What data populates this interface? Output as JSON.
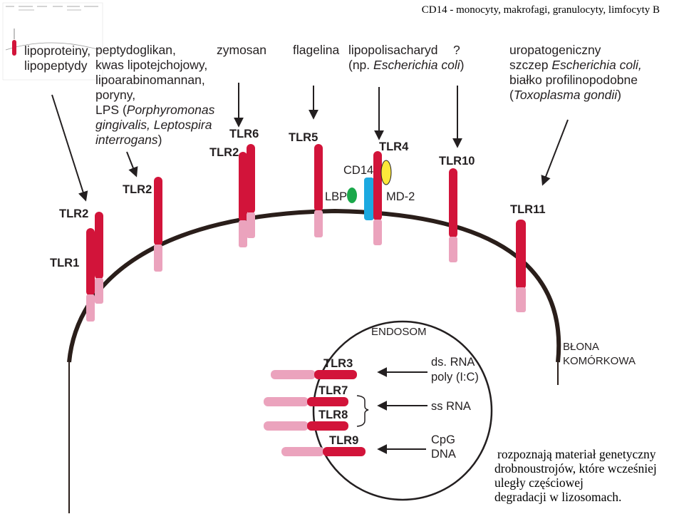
{
  "header": "CD14 - monocyty, makrofagi, granulocyty, limfocyty B",
  "note_lines": [
    "rozpoznają materiał genetyczny",
    "drobnoustrojów, które wcześniej",
    "uległy częściowej",
    "degradacji w lizosomach."
  ],
  "ligands": {
    "lipo": [
      "lipoproteiny,",
      "lipopeptydy"
    ],
    "pept": {
      "plain": [
        "peptydoglikan,",
        "kwas lipotejchojowy,",
        "lipoarabinomannan,",
        "poryny,"
      ],
      "lps_prefix": "LPS (",
      "italic": [
        "Porphyromonas",
        "gingivalis, Leptospira",
        "interrogans"
      ],
      "lps_suffix": ")"
    },
    "zymosan": "zymosan",
    "flagelina": "flagelina",
    "lps": {
      "line1": "lipopolisacharyd",
      "line2_prefix": "(np. ",
      "line2_italic": "Escherichia coli",
      "line2_suffix": ")"
    },
    "unknown": "?",
    "uro": {
      "line1": "uropatogeniczny",
      "line2_prefix": "szczep ",
      "line2_italic": "Escherichia coli,",
      "line3": "białko profilinopodobne",
      "line4_prefix": "(",
      "line4_italic": "Toxoplasma gondii",
      "line4_suffix": ")"
    }
  },
  "receptors": {
    "tlr1": "TLR1",
    "tlr2_a": "TLR2",
    "tlr2_b": "TLR2",
    "tlr2_c": "TLR2",
    "tlr6": "TLR6",
    "tlr5": "TLR5",
    "tlr4": "TLR4",
    "tlr10": "TLR10",
    "tlr11": "TLR11",
    "cd14": "CD14",
    "lbp": "LBP",
    "md2": "MD-2"
  },
  "membrane": [
    "BŁONA",
    "KOMÓRKOWA"
  ],
  "endosome": {
    "title": "ENDOSOM",
    "receptors": [
      "TLR3",
      "TLR7",
      "TLR8",
      "TLR9"
    ],
    "ligands": {
      "dsrna": [
        "ds. RNA",
        "poly (I:C)"
      ],
      "ssrna": "ss RNA",
      "cpg": [
        "CpG",
        "DNA"
      ]
    }
  },
  "colors": {
    "receptor_red": "#d2143a",
    "receptor_pink": "#eba3bd",
    "cd14_blue": "#1ca9e0",
    "md2_yellow": "#fde83a",
    "lbp_green": "#1aa84a",
    "membrane": "#2a1e1a"
  },
  "icons": [
    "slide-thumbnail-icon"
  ]
}
